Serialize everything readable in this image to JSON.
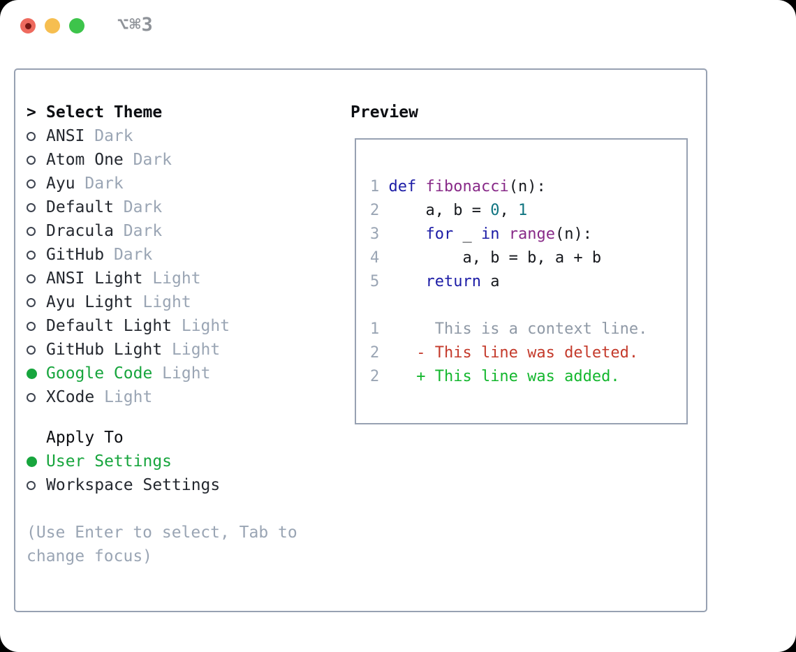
{
  "window": {
    "shortcut_label": "⌥⌘3",
    "traffic_lights": [
      "close",
      "minimize",
      "zoom"
    ]
  },
  "theme_panel": {
    "header_prefix": ">",
    "header": "Select Theme",
    "themes": [
      {
        "label": "ANSI",
        "variant": "Dark",
        "selected": false
      },
      {
        "label": "Atom One",
        "variant": "Dark",
        "selected": false
      },
      {
        "label": "Ayu",
        "variant": "Dark",
        "selected": false
      },
      {
        "label": "Default",
        "variant": "Dark",
        "selected": false
      },
      {
        "label": "Dracula",
        "variant": "Dark",
        "selected": false
      },
      {
        "label": "GitHub",
        "variant": "Dark",
        "selected": false
      },
      {
        "label": "ANSI Light",
        "variant": "Light",
        "selected": false
      },
      {
        "label": "Ayu Light",
        "variant": "Light",
        "selected": false
      },
      {
        "label": "Default Light",
        "variant": "Light",
        "selected": false
      },
      {
        "label": "GitHub Light",
        "variant": "Light",
        "selected": false
      },
      {
        "label": "Google Code",
        "variant": "Light",
        "selected": true
      },
      {
        "label": "XCode",
        "variant": "Light",
        "selected": false
      }
    ],
    "apply_to": {
      "header": "Apply To",
      "options": [
        {
          "label": "User Settings",
          "selected": true
        },
        {
          "label": "Workspace Settings",
          "selected": false
        }
      ]
    },
    "help_lines": [
      "(Use Enter to select, Tab to",
      "change focus)"
    ]
  },
  "preview": {
    "header": "Preview",
    "code_lines": [
      {
        "num": "1",
        "tokens": [
          {
            "t": " ",
            "c": "plain"
          },
          {
            "t": "def",
            "c": "kwd"
          },
          {
            "t": " ",
            "c": "plain"
          },
          {
            "t": "fibonacci",
            "c": "typ"
          },
          {
            "t": "(n):",
            "c": "plain"
          }
        ]
      },
      {
        "num": "2",
        "tokens": [
          {
            "t": "     a, b = ",
            "c": "plain"
          },
          {
            "t": "0",
            "c": "lit"
          },
          {
            "t": ", ",
            "c": "plain"
          },
          {
            "t": "1",
            "c": "lit"
          }
        ]
      },
      {
        "num": "3",
        "tokens": [
          {
            "t": "     ",
            "c": "plain"
          },
          {
            "t": "for",
            "c": "kwd"
          },
          {
            "t": " _ ",
            "c": "plain"
          },
          {
            "t": "in",
            "c": "kwd"
          },
          {
            "t": " ",
            "c": "plain"
          },
          {
            "t": "range",
            "c": "typ"
          },
          {
            "t": "(n):",
            "c": "plain"
          }
        ]
      },
      {
        "num": "4",
        "tokens": [
          {
            "t": "         a, b = b, a + b",
            "c": "plain"
          }
        ]
      },
      {
        "num": "5",
        "tokens": [
          {
            "t": "     ",
            "c": "plain"
          },
          {
            "t": "return",
            "c": "kwd"
          },
          {
            "t": " a",
            "c": "plain"
          }
        ]
      }
    ],
    "diff_lines": [
      {
        "num": "1",
        "text": "      This is a context line.",
        "kind": "context"
      },
      {
        "num": "2",
        "text": "    - This line was deleted.",
        "kind": "deleted"
      },
      {
        "num": "2",
        "text": "    + This line was added.",
        "kind": "added"
      }
    ]
  },
  "colors": {
    "selected_green": "#17a53d",
    "keyword": "#1c1ca6",
    "type": "#882a88",
    "literal": "#0f7480",
    "diff_deleted": "#c43a2b",
    "diff_added": "#14b72e",
    "muted_gray": "#9aa5b4",
    "panel_border": "#97a1b2"
  }
}
